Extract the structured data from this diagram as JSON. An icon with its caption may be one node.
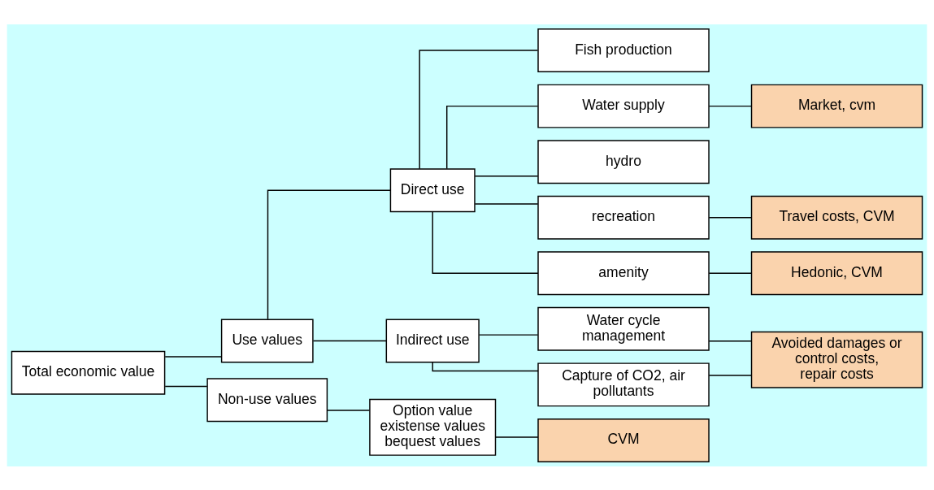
{
  "diagram": {
    "nodes": [
      {
        "text": [
          "Total economic value"
        ]
      },
      {
        "text": [
          "Use values"
        ]
      },
      {
        "text": [
          "Non-use values"
        ]
      },
      {
        "text": [
          "Direct use"
        ]
      },
      {
        "text": [
          "Indirect use"
        ]
      },
      {
        "text": [
          "Fish production"
        ]
      },
      {
        "text": [
          "Water supply"
        ]
      },
      {
        "text": [
          "hydro"
        ]
      },
      {
        "text": [
          "recreation"
        ]
      },
      {
        "text": [
          "amenity"
        ]
      },
      {
        "text": [
          "Water cycle management"
        ]
      },
      {
        "text": [
          "Capture of CO2, air pollutants"
        ]
      },
      {
        "text": [
          "Option value existense values bequest values"
        ]
      },
      {
        "text": [
          "Market, cvm"
        ]
      },
      {
        "text": [
          "Travel costs, CVM"
        ]
      },
      {
        "text": [
          "Hedonic, CVM"
        ]
      },
      {
        "text": [
          "Avoided damages or control costs, repair costs"
        ]
      },
      {
        "text": [
          "CVM"
        ]
      }
    ],
    "edges": [
      {
        "from": 0,
        "to": 1,
        "arrow": "none"
      },
      {
        "from": 0,
        "to": 2,
        "arrow": "none"
      },
      {
        "from": 1,
        "to": 3,
        "arrow": "none"
      },
      {
        "from": 1,
        "to": 4,
        "arrow": "none"
      },
      {
        "from": 3,
        "to": 5,
        "arrow": "none"
      },
      {
        "from": 3,
        "to": 6,
        "arrow": "none"
      },
      {
        "from": 3,
        "to": 7,
        "arrow": "none"
      },
      {
        "from": 3,
        "to": 8,
        "arrow": "none"
      },
      {
        "from": 3,
        "to": 9,
        "arrow": "none"
      },
      {
        "from": 4,
        "to": 10,
        "arrow": "none"
      },
      {
        "from": 4,
        "to": 11,
        "arrow": "none"
      },
      {
        "from": 2,
        "to": 12,
        "arrow": "none"
      },
      {
        "from": 6,
        "to": 13,
        "arrow": "none"
      },
      {
        "from": 8,
        "to": 14,
        "arrow": "none"
      },
      {
        "from": 9,
        "to": 15,
        "arrow": "none"
      },
      {
        "from": 10,
        "to": 16,
        "arrow": "none"
      },
      {
        "from": 11,
        "to": 16,
        "arrow": "none"
      },
      {
        "from": 12,
        "to": 17,
        "arrow": "none"
      }
    ]
  }
}
